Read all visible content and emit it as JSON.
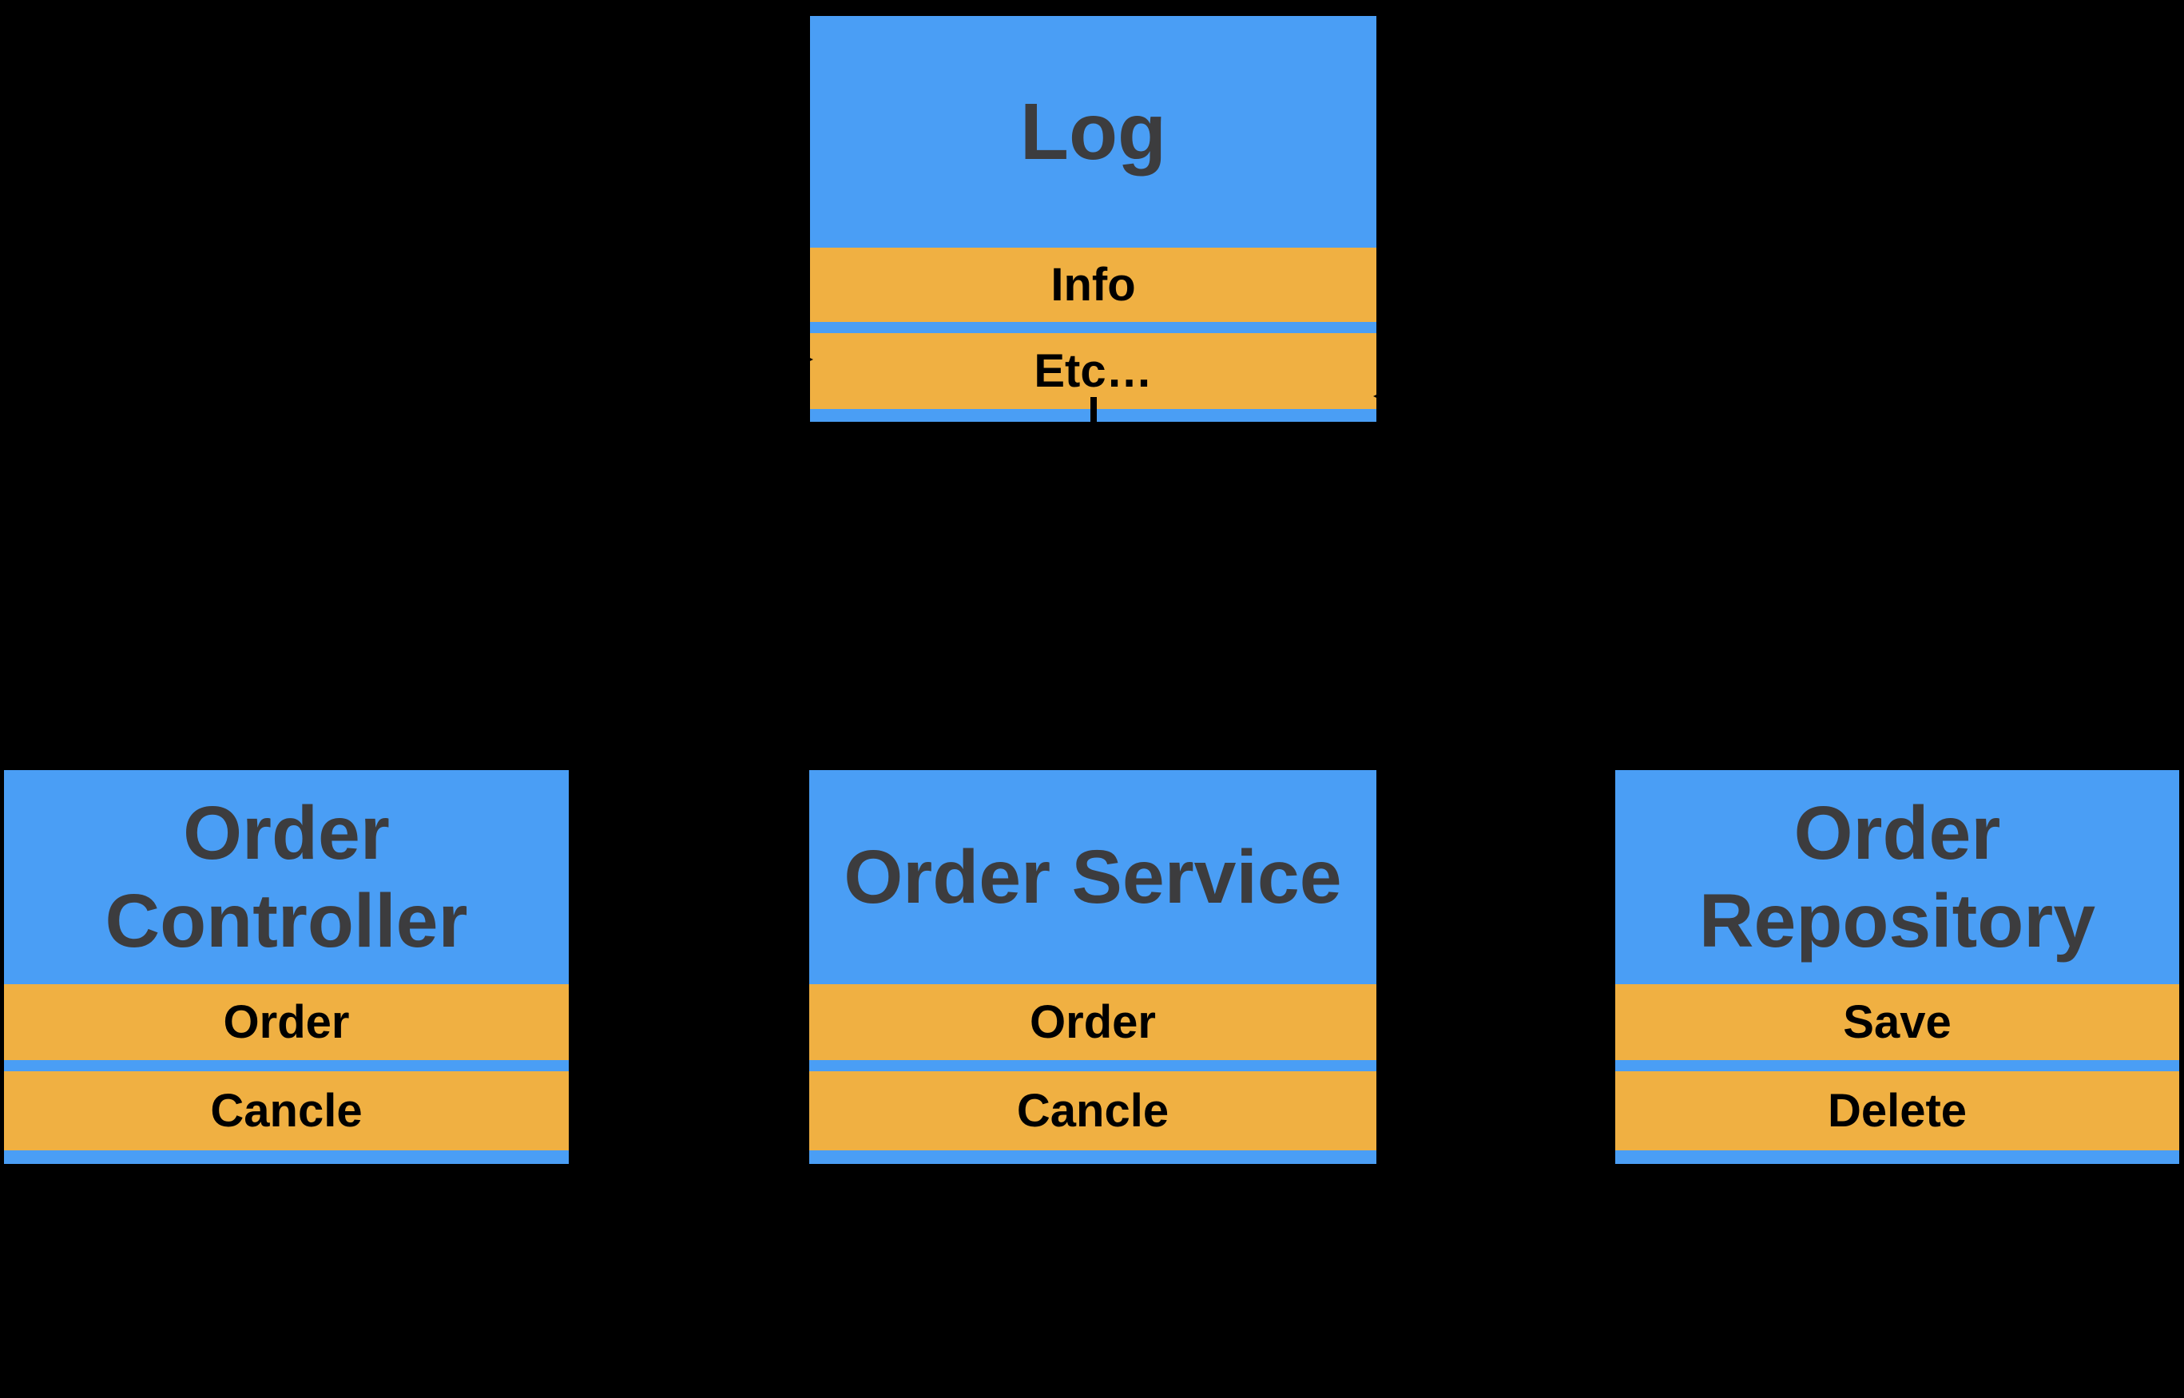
{
  "diagram": {
    "type": "uml-class-diagram",
    "background_color": "#000000",
    "colors": {
      "header_fill": "#4A9EF5",
      "row_fill": "#F0B042",
      "title_text": "#3C3C3E",
      "row_text": "#000000",
      "connector": "#000000"
    },
    "classes": [
      {
        "id": "log",
        "title": "Log",
        "rows": [
          "Info",
          "Etc…"
        ]
      },
      {
        "id": "order-controller",
        "title": "Order Controller",
        "rows": [
          "Order",
          "Cancle"
        ]
      },
      {
        "id": "order-service",
        "title": "Order Service",
        "rows": [
          "Order",
          "Cancle"
        ]
      },
      {
        "id": "order-repository",
        "title": "Order Repository",
        "rows": [
          "Save",
          "Delete"
        ]
      }
    ],
    "connector_fragments": [
      {
        "name": "arrowhead-into-log-left-edge",
        "direction": "right"
      },
      {
        "name": "arrowhead-into-log-right-edge",
        "direction": "left"
      },
      {
        "name": "stub-below-log-bottom-center",
        "direction": "down"
      }
    ]
  }
}
